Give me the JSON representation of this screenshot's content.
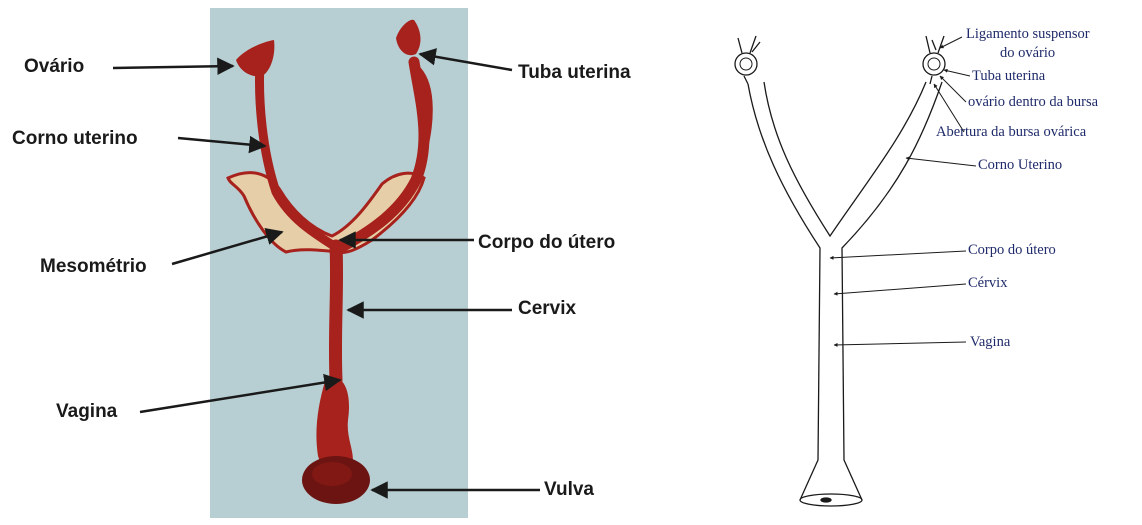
{
  "photo_labels": {
    "ovario": "Ovário",
    "corno_uterino": "Corno uterino",
    "mesometrio": "Mesométrio",
    "vagina": "Vagina",
    "tuba_uterina": "Tuba uterina",
    "corpo_do_utero": "Corpo do útero",
    "cervix": "Cervix",
    "vulva": "Vulva"
  },
  "drawing_labels": {
    "ligamento_line1": "Ligamento suspensor",
    "ligamento_line2": "do ovário",
    "tuba_uterina": "Tuba uterina",
    "ovario_bursa": "ovário dentro da bursa",
    "abertura_bursa": "Abertura da bursa ovárica",
    "corno_uterino": "Corno Uterino",
    "corpo_do_utero": "Corpo do útero",
    "cervix": "Cérvix",
    "vagina": "Vagina"
  },
  "colors": {
    "drape": "#bcd3d7",
    "tissue": "#a8221d",
    "tissue_dark": "#6b1412",
    "fat": "#e6cfa8",
    "ink": "#1a1a1a",
    "label_blue": "#1f2a6a"
  }
}
